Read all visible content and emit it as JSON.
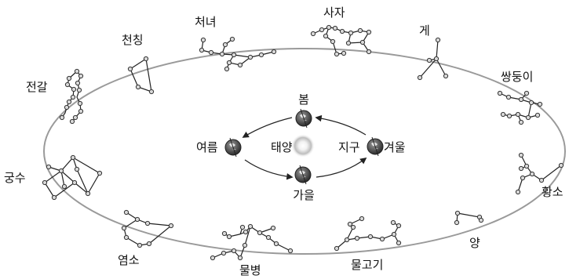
{
  "constellations": {
    "scorpius": "전갈",
    "libra": "천칭",
    "virgo": "처녀",
    "leo": "사자",
    "cancer": "게",
    "gemini": "쌍둥이",
    "taurus": "황소",
    "aries": "양",
    "pisces": "물고기",
    "aquarius": "물병",
    "capricorn": "염소",
    "sagittarius": "궁수"
  },
  "center": {
    "sun": "태양",
    "earth": "지구",
    "spring": "봄",
    "summer": "여름",
    "autumn": "가을",
    "winter": "겨울"
  },
  "colors": {
    "ellipse": "#9a9a9a",
    "star_fill": "#d9d9d9",
    "line": "#222222"
  }
}
